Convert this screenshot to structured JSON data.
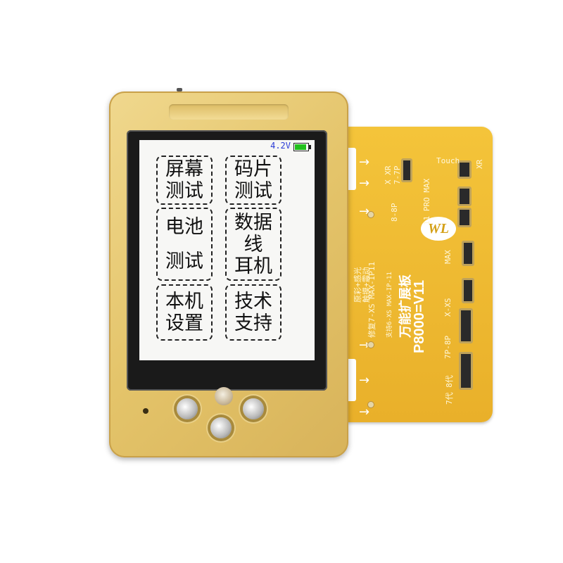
{
  "screen": {
    "battery_voltage": "4.2V",
    "battery_level": 1.0,
    "menu": [
      {
        "line1": "屏幕",
        "line2": "测试",
        "line3": ""
      },
      {
        "line1": "码片",
        "line2": "测试",
        "line3": ""
      },
      {
        "line1": "电池",
        "line2": "测试",
        "line3": ""
      },
      {
        "line1": "数据",
        "line2": "线",
        "line3": "耳机"
      },
      {
        "line1": "本机",
        "line2": "设置",
        "line3": ""
      },
      {
        "line1": "技术",
        "line2": "支持",
        "line3": ""
      }
    ]
  },
  "board": {
    "title": "万能扩展板",
    "model": "P8000=V11",
    "labels": {
      "touch": "Touch",
      "x_xr": "X XR",
      "seven_7p": "7-7P",
      "eight_8p": "8-8P",
      "pro_max": "11 PRO MAX",
      "xr": "XR",
      "max": "MAX",
      "x_xs": "X-XS",
      "seven_8p": "7P-8P",
      "seven_8": "7代 8代",
      "repair": "修复7-XS MAX-IP11",
      "color": "原彩+感光",
      "vibrate": "触摸+震动",
      "support": "支持6-XS MAX-IP-11",
      "logo": "WL"
    }
  },
  "colors": {
    "board": "#f0bd33",
    "device": "#e4c46a",
    "screen_text": "#111111",
    "battery_text": "#2a3bd6",
    "battery_fill": "#22c01c"
  }
}
